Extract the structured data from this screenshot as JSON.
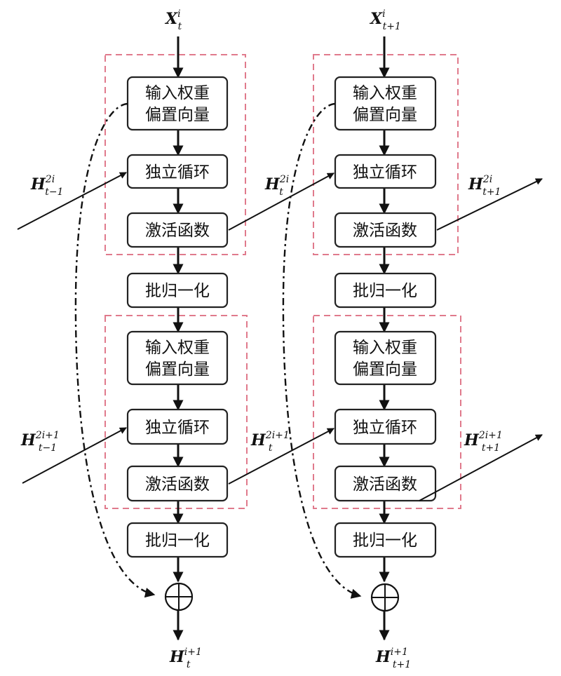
{
  "blocks": {
    "input_weight": [
      "输入权重",
      "偏置向量"
    ],
    "indep_recurrent": "独立循环",
    "activation": "激活函数",
    "batch_norm": "批归一化"
  },
  "labels": {
    "x_t": {
      "main": "X",
      "sup": "i",
      "sub": "t"
    },
    "x_t1": {
      "main": "X",
      "sup": "i",
      "sub": "t+1"
    },
    "h_2i_tm1": {
      "main": "H",
      "sup": "2i",
      "sub": "t−1"
    },
    "h_2i_t": {
      "main": "H",
      "sup": "2i",
      "sub": "t"
    },
    "h_2i_tp1": {
      "main": "H",
      "sup": "2i",
      "sub": "t+1"
    },
    "h_2i1_tm1": {
      "main": "H",
      "sup": "2i+1",
      "sub": "t−1"
    },
    "h_2i1_t": {
      "main": "H",
      "sup": "2i+1",
      "sub": "t"
    },
    "h_2i1_tp1": {
      "main": "H",
      "sup": "2i+1",
      "sub": "t+1"
    },
    "h_out_t": {
      "main": "H",
      "sup": "i+1",
      "sub": "t"
    },
    "h_out_t1": {
      "main": "H",
      "sup": "i+1",
      "sub": "t+1"
    }
  },
  "colors": {
    "group_border": "#e07a8c",
    "line": "#111111"
  }
}
